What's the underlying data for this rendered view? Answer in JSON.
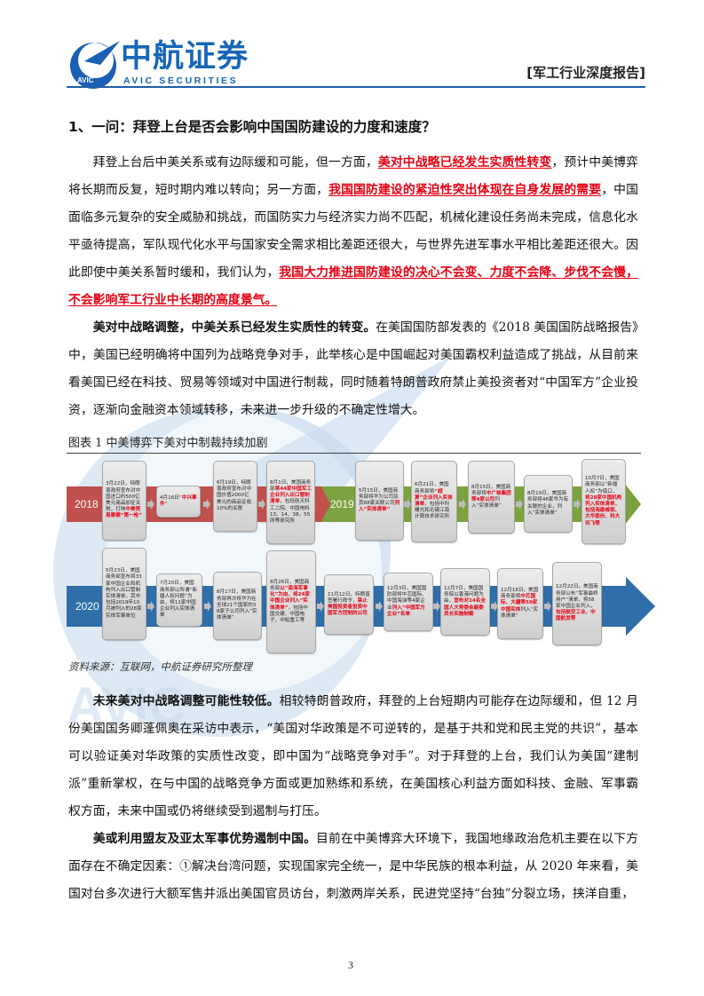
{
  "header": {
    "logo_text": "AVIC",
    "brand_cn": "中航证券",
    "brand_en": "AVIC SECURITIES",
    "report_tag": "[军工行业深度报告]",
    "brand_color": "#1766b6"
  },
  "watermark": {
    "text": "AVIC",
    "color": "#c5d9ee"
  },
  "section": {
    "heading": "1、一问：拜登上台是否会影响中国国防建设的力度和速度？"
  },
  "colors": {
    "highlight_red": "#e60012",
    "rule_blue": "#1f5ea8"
  },
  "paragraphs": [
    {
      "segments": [
        {
          "t": "拜登上台后中美关系或有边际缓和可能，但一方面，",
          "s": "n"
        },
        {
          "t": "美对中战略已经发生实质性转变",
          "s": "r"
        },
        {
          "t": "，预计中美博弈将长期而反复，短时期内难以转向；另一方面，",
          "s": "n"
        },
        {
          "t": "我国国防建设的紧迫性突出体现在自身发展的需要",
          "s": "r"
        },
        {
          "t": "，中国面临多元复杂的安全威胁和挑战，而国防实力与经济实力尚不匹配，机械化建设任务尚未完成，信息化水平亟待提高，军队现代化水平与国家安全需求相比差距还很大，与世界先进军事水平相比差距还很大。因此即使中美关系暂时缓和，我们认为，",
          "s": "n"
        },
        {
          "t": "我国大力推进国防建设的决心不会变、力度不会降、步伐不会慢，不会影响军工行业中长期的高度景气。",
          "s": "r"
        }
      ]
    },
    {
      "segments": [
        {
          "t": "美对中战略调整，中美关系已经发生实质性的转变。",
          "s": "b"
        },
        {
          "t": "在美国国防部发表的《2018 美国国防战略报告》中，美国已经明确将中国列为战略竞争对手，此举核心是中国崛起对美国霸权利益造成了挑战，从目前来看美国已经在科技、贸易等领域对中国进行制裁，同时随着特朗普政府禁止美投资者对“中国军方”企业投资，逐渐向金融资本领域转移，未来进一步升级的不确定性增大。",
          "s": "n"
        }
      ]
    },
    {
      "segments": [
        {
          "t": "未来美对中战略调整可能性较低。",
          "s": "b"
        },
        {
          "t": "相较特朗普政府，拜登的上台短期内可能存在边际缓和，但 12 月份美国国务卿蓬佩奥在采访中表示，“美国对华政策是不可逆转的，是基于共和党和民主党的共识”，基本可以验证美对华政策的实质性改变，即中国为“战略竞争对手”。对于拜登的上台，我们认为美国“建制派”重新掌权，在与中国的战略竞争方面或更加熟练和系统，在美国核心利益方面如科技、金融、军事霸权方面，未来中国或仍将继续受到遏制与打压。",
          "s": "n"
        }
      ]
    },
    {
      "segments": [
        {
          "t": "美或利用盟友及亚太军事优势遏制中国。",
          "s": "b"
        },
        {
          "t": "目前在中美博弈大环境下，我国地缘政治危机主要在以下方面存在不确定因素：①解决台湾问题，实现国家完全统一，是中华民族的根本利益，从 2020 年来看，美国对台多次进行大额军售并派出美国官员访台，刺激两岸关系，民进党坚持“台独”分裂立场，挟洋自重，",
          "s": "n"
        }
      ]
    }
  ],
  "figure": {
    "caption": "图表 1 中美博弈下美对中制裁持续加剧",
    "source": "资料来源：互联网，中航证券研究所整理",
    "timeline": [
      {
        "year": "2018",
        "color": "#c0504d",
        "events": [
          {
            "segments": [
              {
                "t": "3月22日，特朗普政府宣布对中国进口约500亿美元商品加征关税，打响",
                "s": "n"
              },
              {
                "t": "中美贸易摩擦“第一枪”",
                "s": "r"
              }
            ]
          },
          {
            "segments": [
              {
                "t": "4月16日“",
                "s": "n"
              },
              {
                "t": "中兴事件",
                "s": "r"
              },
              {
                "t": "”",
                "s": "n"
              }
            ]
          },
          {
            "segments": [
              {
                "t": "6月19日，特朗普政府宣布对中国价值2000亿美元的商品征收10%的关税",
                "s": "n"
              }
            ]
          },
          {
            "segments": [
              {
                "t": "8月1日，美国商务部",
                "s": "n"
              },
              {
                "t": "将44家中国军工企业列入出口管制清单",
                "s": "r"
              },
              {
                "t": "，包括航天科工二院、中国电科13、14、38、55所等研究所",
                "s": "n"
              }
            ]
          }
        ]
      },
      {
        "year": "2019",
        "color": "#7ba23f",
        "events": [
          {
            "segments": [
              {
                "t": "5月15日，美国商务部将华为公司及其68家关联公司",
                "s": "n"
              },
              {
                "t": "列入“实体清单”",
                "s": "r"
              }
            ]
          },
          {
            "segments": [
              {
                "t": "6月21日，美国商务部将",
                "s": "n"
              },
              {
                "t": "“超算”企业列入实体清单",
                "s": "r"
              },
              {
                "t": "，包括中科曙光和无锡江南计算技术研究所",
                "s": "n"
              }
            ]
          },
          {
            "segments": [
              {
                "t": "8月15日，美国商务部将",
                "s": "n"
              },
              {
                "t": "中广核集团等4家公司",
                "s": "r"
              },
              {
                "t": "列入“实体清单”",
                "s": "n"
              }
            ]
          },
          {
            "segments": [
              {
                "t": "8月19日，美国商务部将46家华为有关联的企业，列入“实体清单”",
                "s": "n"
              }
            ]
          },
          {
            "segments": [
              {
                "t": "10月7日，美国商务部以“新疆人权”为借口，",
                "s": "n"
              },
              {
                "t": "将28家中国机构列入实体清单，包括海康威视、大华股份、科大讯飞等",
                "s": "r"
              }
            ]
          }
        ]
      },
      {
        "year": "2020",
        "color": "#2f6ea8",
        "events": [
          {
            "segments": [
              {
                "t": "5月23日，美国商务部宣布将33家中国企业和机构列入出口管制实体清单，其中包括2019年10月被列入的28家实体军事单位",
                "s": "n"
              }
            ]
          },
          {
            "segments": [
              {
                "t": "7月20日，美国商务部以所谓“新疆人权问题”为由，将11家中国企业列入实体清单",
                "s": "n"
              }
            ]
          },
          {
            "segments": [
              {
                "t": "8月17日，美国商务部再次将华为在全球21个国家的38家子公司列入“实体清单”",
                "s": "n"
              }
            ]
          },
          {
            "segments": [
              {
                "t": "8月26日，美国商务部",
                "s": "n"
              },
              {
                "t": "以“南海军事化”为由，将24家中国企业列入“实体清单”",
                "s": "r"
              },
              {
                "t": "，包括中国交建、中国电子、中船重工等",
                "s": "n"
              }
            ]
          },
          {
            "segments": [
              {
                "t": "11月12日，特朗普签署行政令，",
                "s": "n"
              },
              {
                "t": "禁止美国投资者投资中国军方控制的公司",
                "s": "r"
              }
            ]
          },
          {
            "segments": [
              {
                "t": "12月3日，美国国防部将中芯国际、中国海油等4家企业",
                "s": "n"
              },
              {
                "t": "列入“中国军方企业”名单",
                "s": "r"
              }
            ]
          },
          {
            "segments": [
              {
                "t": "12月7日，美国国务院以香港问题为由，",
                "s": "n"
              },
              {
                "t": "宣布对14名全国人大常委会副委员长实施制裁",
                "s": "r"
              }
            ]
          },
          {
            "segments": [
              {
                "t": "12月18日，美国商务部将",
                "s": "n"
              },
              {
                "t": "中芯国际、大疆等59家中国实体",
                "s": "r"
              },
              {
                "t": "列入“实体清单”",
                "s": "n"
              }
            ]
          },
          {
            "segments": [
              {
                "t": "12月22日，美国商务部公布“军事最终用户”清单，将58家中国企业列入，",
                "s": "n"
              },
              {
                "t": "包括航空工业、中国航发等",
                "s": "r"
              }
            ]
          }
        ]
      }
    ]
  },
  "footer": {
    "page_number": "3"
  }
}
